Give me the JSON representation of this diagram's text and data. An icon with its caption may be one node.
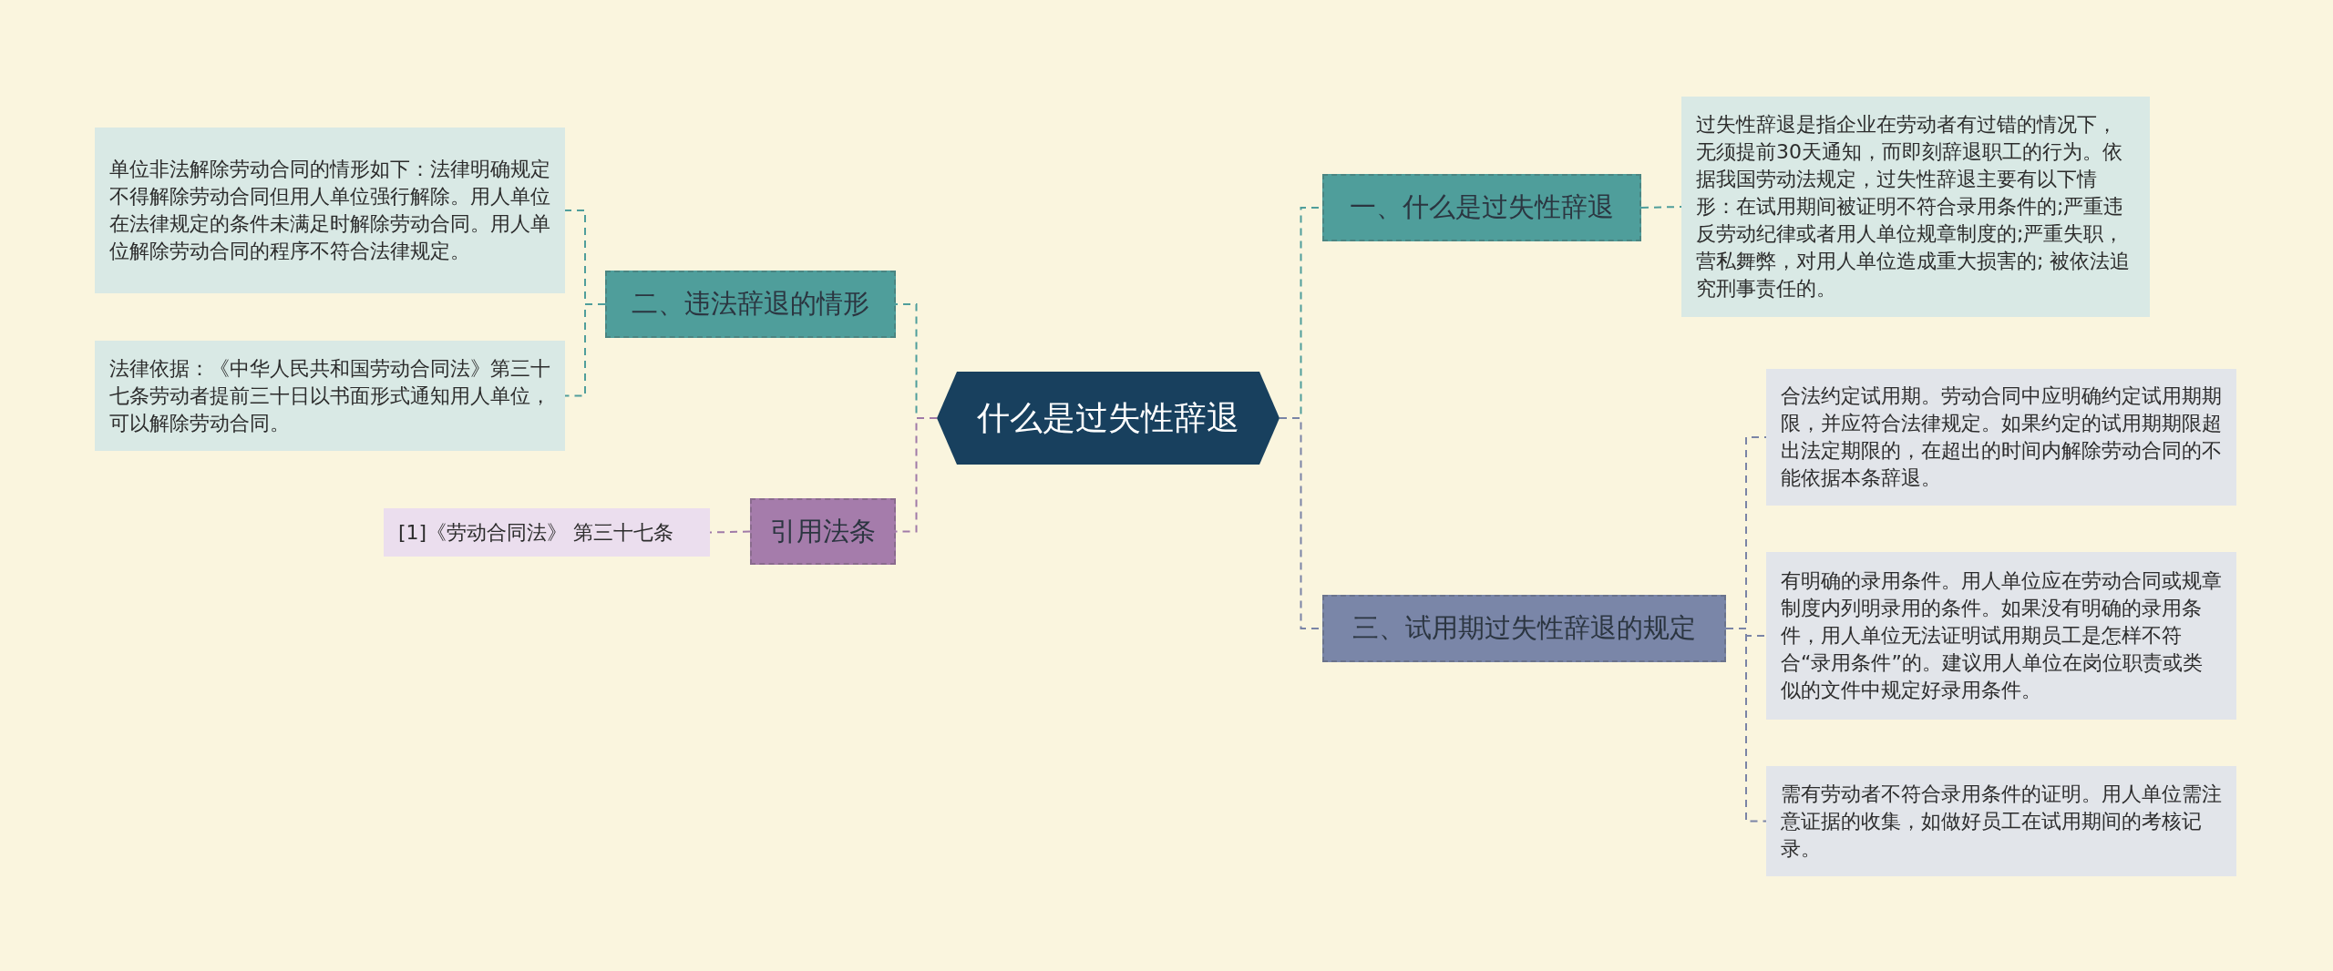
{
  "diagram": {
    "nodes": [
      {
        "text": [
          "什么是过失性辞退"
        ]
      },
      {
        "text": [
          "一、什么是过失性辞退"
        ]
      },
      {
        "text": [
          "过失性辞退是指企业在劳动者有过错的情况下，无须提前30天通知，而即刻辞退职工的行为。依据我国劳动法规定，过失性辞退主要有以下情形：在试用期间被证明不符合录用条件的;严重违反劳动纪律或者用人单位规章制度的;严重失职，营私舞弊，对用人单位造成重大损害的; 被依法追究刑事责任的。"
        ]
      },
      {
        "text": [
          "三、试用期过失性辞退的规定"
        ]
      },
      {
        "text": [
          "合法约定试用期。劳动合同中应明确约定试用期期限，并应符合法律规定。如果约定的试用期期限超出法定期限的，在超出的时间内解除劳动合同的不能依据本条辞退。"
        ]
      },
      {
        "text": [
          "有明确的录用条件。用人单位应在劳动合同或规章制度内列明录用的条件。如果没有明确的录用条件，用人单位无法证明试用期员工是怎样不符合“录用条件”的。建议用人单位在岗位职责或类似的文件中规定好录用条件。"
        ]
      },
      {
        "text": [
          "需有劳动者不符合录用条件的证明。用人单位需注意证据的收集，如做好员工在试用期间的考核记录。"
        ]
      },
      {
        "text": [
          "二、违法辞退的情形"
        ]
      },
      {
        "text": [
          "单位非法解除劳动合同的情形如下：法律明确规定不得解除劳动合同但用人单位强行解除。用人单位在法律规定的条件未满足时解除劳动合同。用人单位解除劳动合同的程序不符合法律规定。"
        ]
      },
      {
        "text": [
          "法律依据：《中华人民共和国劳动合同法》第三十七条劳动者提前三十日以书面形式通知用人单位，可以解除劳动合同。"
        ]
      },
      {
        "text": [
          "引用法条"
        ]
      },
      {
        "text": [
          "[1]《劳动合同法》 第三十七条"
        ]
      }
    ],
    "edges": [
      {
        "from": 0,
        "to": 1,
        "arrow": "none"
      },
      {
        "from": 1,
        "to": 2,
        "arrow": "none"
      },
      {
        "from": 0,
        "to": 3,
        "arrow": "none",
        "color": "#7a84a6"
      },
      {
        "from": 3,
        "to": 4,
        "arrow": "none",
        "color": "#7a84a6"
      },
      {
        "from": 3,
        "to": 5,
        "arrow": "none",
        "color": "#7a84a6"
      },
      {
        "from": 3,
        "to": 6,
        "arrow": "none",
        "color": "#7a84a6"
      },
      {
        "from": 0,
        "to": 7,
        "arrow": "none"
      },
      {
        "from": 7,
        "to": 8,
        "arrow": "none"
      },
      {
        "from": 7,
        "to": 9,
        "arrow": "none"
      },
      {
        "from": 0,
        "to": 10,
        "arrow": "none",
        "color": "#a07aa8"
      },
      {
        "from": 10,
        "to": 11,
        "arrow": "none",
        "color": "#a07aa8"
      }
    ]
  }
}
